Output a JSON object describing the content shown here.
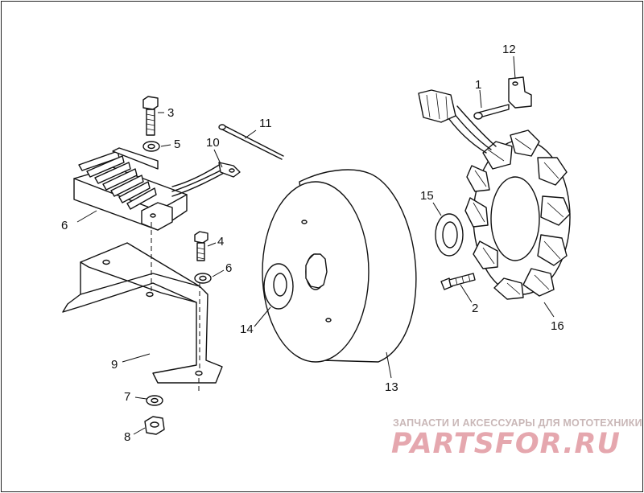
{
  "diagram": {
    "part_numbers": {
      "p1": "1",
      "p2": "2",
      "p3": "3",
      "p4": "4",
      "p5": "5",
      "p6a": "6",
      "p6b": "6",
      "p7": "7",
      "p8": "8",
      "p9": "9",
      "p10": "10",
      "p11": "11",
      "p12": "12",
      "p13": "13",
      "p14": "14",
      "p15": "15",
      "p16": "16"
    }
  },
  "watermark": {
    "tagline": "ЗАПЧАСТИ И АКСЕССУАРЫ ДЛЯ МОТОТЕХНИКИ",
    "logo": "PARTSFOR.RU",
    "color": "#e5a7ae"
  }
}
